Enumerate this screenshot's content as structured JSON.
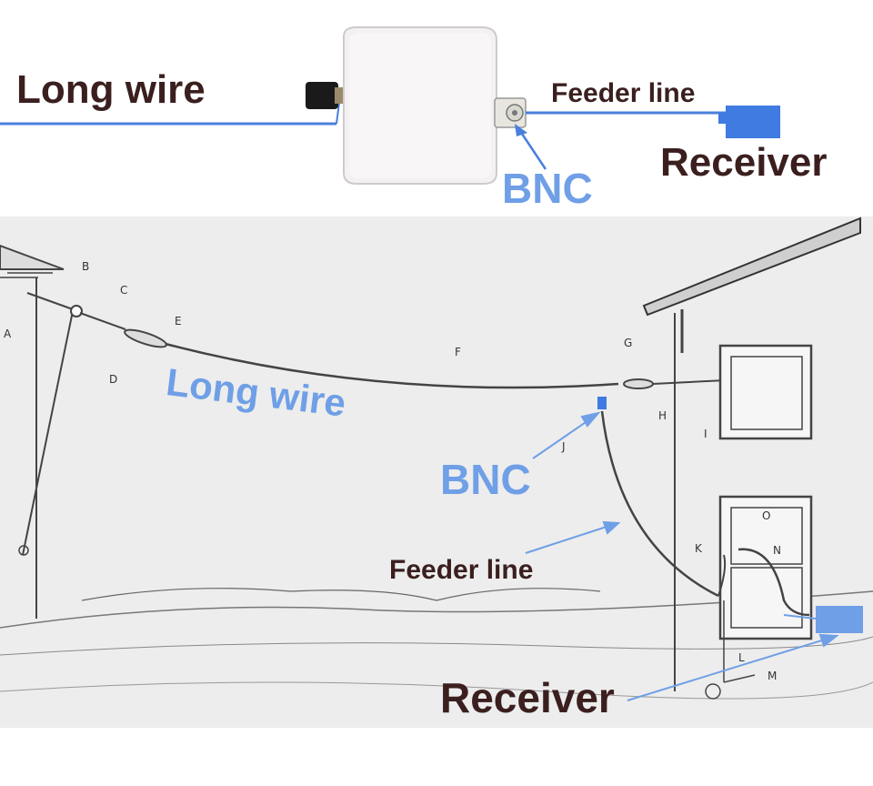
{
  "top": {
    "long_wire": "Long wire",
    "feeder_line": "Feeder line",
    "receiver": "Receiver",
    "bnc": "BNC"
  },
  "sketch": {
    "long_wire": "Long wire",
    "bnc": "BNC",
    "feeder_line": "Feeder line",
    "receiver": "Receiver",
    "letters": [
      "A",
      "B",
      "C",
      "D",
      "E",
      "F",
      "G",
      "H",
      "I",
      "J",
      "K",
      "L",
      "M",
      "N",
      "O"
    ]
  },
  "colors": {
    "label_dark": "#3b1f1f",
    "label_blue": "#6f9fe6",
    "wire_blue": "#4a7fdc",
    "receiver_blue": "#3f7be0"
  }
}
